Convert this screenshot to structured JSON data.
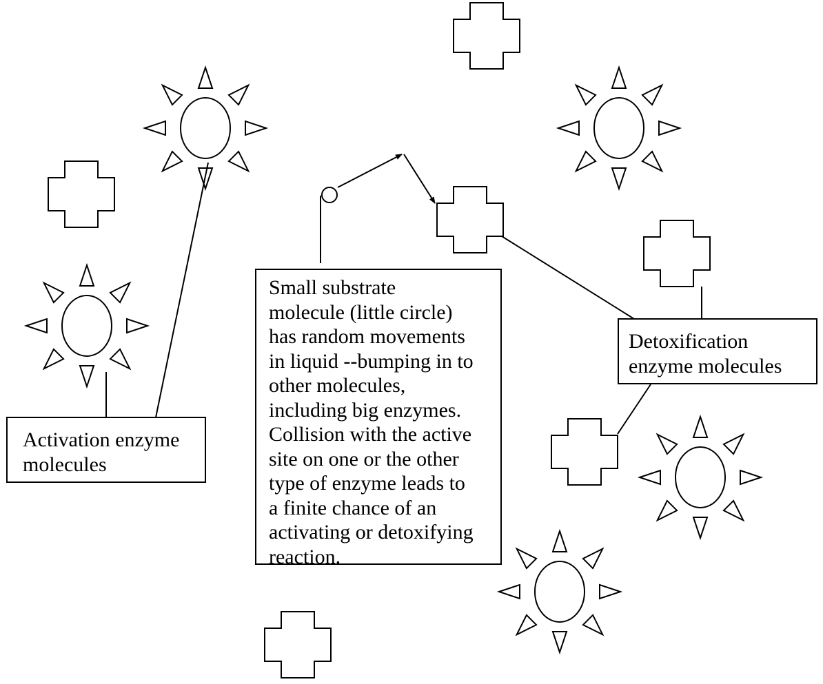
{
  "labels": {
    "substrate": "Small substrate\nmolecule (little circle)\nhas random movements\nin liquid --bumping in to\nother molecules,\nincluding big enzymes.\nCollision with the active\nsite on one or the other\ntype of enzyme leads to\na finite chance of an\nactivating or detoxifying\nreaction.",
    "detox": "Detoxification\nenzyme molecules",
    "activation": "Activation enzyme\nmolecules"
  },
  "icons": {
    "activation_enzyme": "sun-icon",
    "detox_enzyme": "cross-icon",
    "substrate": "circle-icon"
  }
}
